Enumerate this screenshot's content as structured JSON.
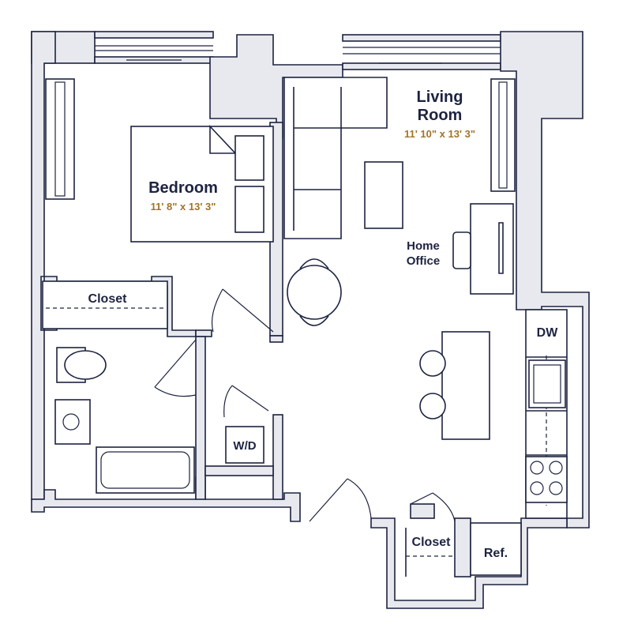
{
  "rooms": {
    "bedroom": {
      "name": "Bedroom",
      "dimensions": "11' 8\" x 13' 3\""
    },
    "living": {
      "name_line1": "Living",
      "name_line2": "Room",
      "dimensions": "11' 10\" x 13' 3\""
    },
    "home_office": {
      "line1": "Home",
      "line2": "Office"
    },
    "bedroom_closet": {
      "name": "Closet"
    },
    "entry_closet": {
      "name": "Closet"
    }
  },
  "appliances": {
    "dishwasher": "DW",
    "washer_dryer": "W/D",
    "refrigerator": "Ref."
  },
  "colors": {
    "wall_fill": "#e8e9ee",
    "line": "#1d2340",
    "dimension_text": "#a0742a"
  }
}
